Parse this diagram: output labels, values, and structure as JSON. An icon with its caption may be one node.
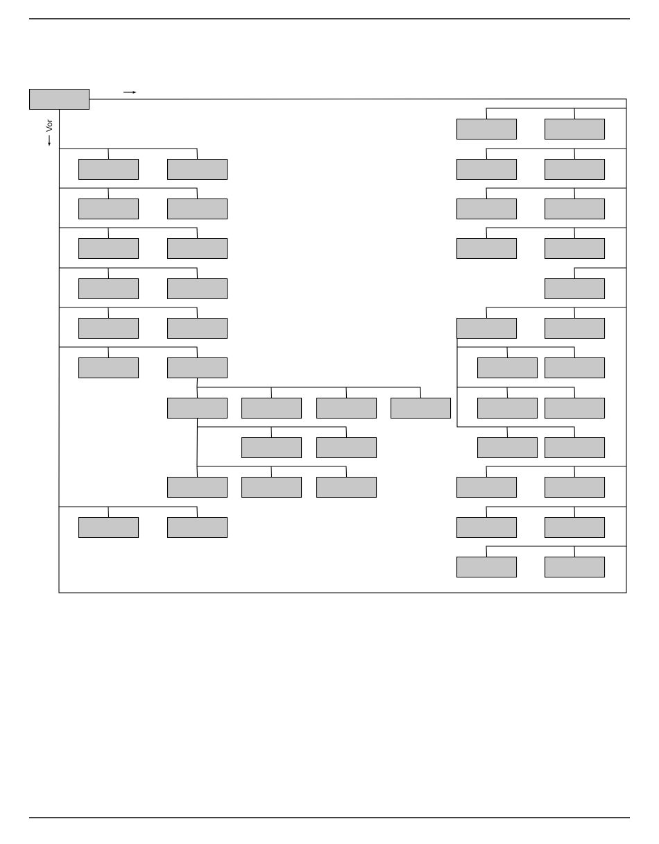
{
  "diagram": {
    "nodes": [
      {
        "text": [],
        "shape": "box"
      },
      {
        "text": [],
        "shape": "box"
      },
      {
        "text": [],
        "shape": "box"
      },
      {
        "text": [],
        "shape": "box"
      },
      {
        "text": [],
        "shape": "box"
      },
      {
        "text": [],
        "shape": "box"
      },
      {
        "text": [],
        "shape": "box"
      },
      {
        "text": [],
        "shape": "box"
      },
      {
        "text": [],
        "shape": "box"
      },
      {
        "text": [],
        "shape": "box"
      },
      {
        "text": [],
        "shape": "box"
      },
      {
        "text": [],
        "shape": "box"
      },
      {
        "text": [],
        "shape": "box"
      },
      {
        "text": [],
        "shape": "box"
      },
      {
        "text": [],
        "shape": "box"
      },
      {
        "text": [],
        "shape": "box"
      },
      {
        "text": [],
        "shape": "box"
      },
      {
        "text": [],
        "shape": "box"
      },
      {
        "text": [],
        "shape": "box"
      },
      {
        "text": [],
        "shape": "box"
      },
      {
        "text": [],
        "shape": "box"
      },
      {
        "text": [],
        "shape": "box"
      },
      {
        "text": [],
        "shape": "box"
      },
      {
        "text": [],
        "shape": "box"
      },
      {
        "text": [],
        "shape": "box"
      },
      {
        "text": [],
        "shape": "box"
      },
      {
        "text": [],
        "shape": "box"
      },
      {
        "text": [],
        "shape": "box"
      },
      {
        "text": [],
        "shape": "box"
      },
      {
        "text": [],
        "shape": "box"
      },
      {
        "text": [],
        "shape": "box"
      },
      {
        "text": [],
        "shape": "box"
      },
      {
        "text": [],
        "shape": "box"
      },
      {
        "text": [],
        "shape": "box"
      },
      {
        "text": [],
        "shape": "box"
      },
      {
        "text": [],
        "shape": "box"
      },
      {
        "text": [],
        "shape": "box"
      },
      {
        "text": [],
        "shape": "box"
      },
      {
        "text": [],
        "shape": "box"
      },
      {
        "text": [],
        "shape": "box"
      },
      {
        "text": [],
        "shape": "box"
      },
      {
        "text": [],
        "shape": "box"
      },
      {
        "text": [],
        "shape": "box"
      },
      {
        "text": [],
        "shape": "box"
      },
      {
        "text": [],
        "shape": "box"
      },
      {
        "text": [],
        "shape": "box"
      },
      {
        "text": [],
        "shape": "box"
      }
    ],
    "edges": [
      {
        "from": 0,
        "to": 1,
        "arrow": "none"
      },
      {
        "from": 0,
        "to": 2,
        "arrow": "none"
      },
      {
        "from": 0,
        "to": 3,
        "arrow": "none"
      },
      {
        "from": 0,
        "to": 4,
        "arrow": "none"
      },
      {
        "from": 0,
        "to": 5,
        "arrow": "none"
      },
      {
        "from": 0,
        "to": 6,
        "arrow": "none"
      },
      {
        "from": 0,
        "to": 7,
        "arrow": "none"
      },
      {
        "from": 0,
        "to": 8,
        "arrow": "none"
      },
      {
        "from": 0,
        "to": 9,
        "arrow": "none"
      },
      {
        "from": 0,
        "to": 10,
        "arrow": "none"
      },
      {
        "from": 0,
        "to": 11,
        "arrow": "none"
      },
      {
        "from": 0,
        "to": 12,
        "arrow": "none"
      },
      {
        "from": 0,
        "to": 13,
        "arrow": "none"
      },
      {
        "from": 0,
        "to": 14,
        "arrow": "none"
      },
      {
        "from": 0,
        "to": 15,
        "arrow": "none"
      },
      {
        "from": 0,
        "to": 16,
        "arrow": "none"
      },
      {
        "from": 0,
        "to": 17,
        "arrow": "none"
      },
      {
        "from": 0,
        "to": 18,
        "arrow": "none"
      },
      {
        "from": 0,
        "to": 19,
        "arrow": "none"
      },
      {
        "from": 0,
        "to": 20,
        "arrow": "none"
      },
      {
        "from": 0,
        "to": 21,
        "arrow": "none"
      },
      {
        "from": 0,
        "to": 22,
        "arrow": "none"
      },
      {
        "from": 0,
        "to": 23,
        "arrow": "none"
      },
      {
        "from": 0,
        "to": 39,
        "arrow": "none"
      },
      {
        "from": 0,
        "to": 40,
        "arrow": "none"
      },
      {
        "from": 0,
        "to": 41,
        "arrow": "none"
      },
      {
        "from": 0,
        "to": 42,
        "arrow": "none"
      },
      {
        "from": 0,
        "to": 43,
        "arrow": "none"
      },
      {
        "from": 0,
        "to": 44,
        "arrow": "none"
      },
      {
        "from": 0,
        "to": 45,
        "arrow": "none"
      },
      {
        "from": 0,
        "to": 46,
        "arrow": "none"
      },
      {
        "from": 20,
        "to": 24,
        "arrow": "none"
      },
      {
        "from": 20,
        "to": 25,
        "arrow": "none"
      },
      {
        "from": 20,
        "to": 30,
        "arrow": "none"
      },
      {
        "from": 20,
        "to": 31,
        "arrow": "none"
      },
      {
        "from": 20,
        "to": 34,
        "arrow": "none"
      },
      {
        "from": 20,
        "to": 35,
        "arrow": "none"
      },
      {
        "from": 23,
        "to": 26,
        "arrow": "none"
      },
      {
        "from": 23,
        "to": 27,
        "arrow": "none"
      },
      {
        "from": 23,
        "to": 28,
        "arrow": "none"
      },
      {
        "from": 23,
        "to": 29,
        "arrow": "none"
      },
      {
        "from": 26,
        "to": 32,
        "arrow": "none"
      },
      {
        "from": 26,
        "to": 33,
        "arrow": "none"
      },
      {
        "from": 26,
        "to": 36,
        "arrow": "none"
      },
      {
        "from": 26,
        "to": 37,
        "arrow": "none"
      },
      {
        "from": 26,
        "to": 38,
        "arrow": "none"
      }
    ],
    "labels": [
      "Vor"
    ]
  }
}
